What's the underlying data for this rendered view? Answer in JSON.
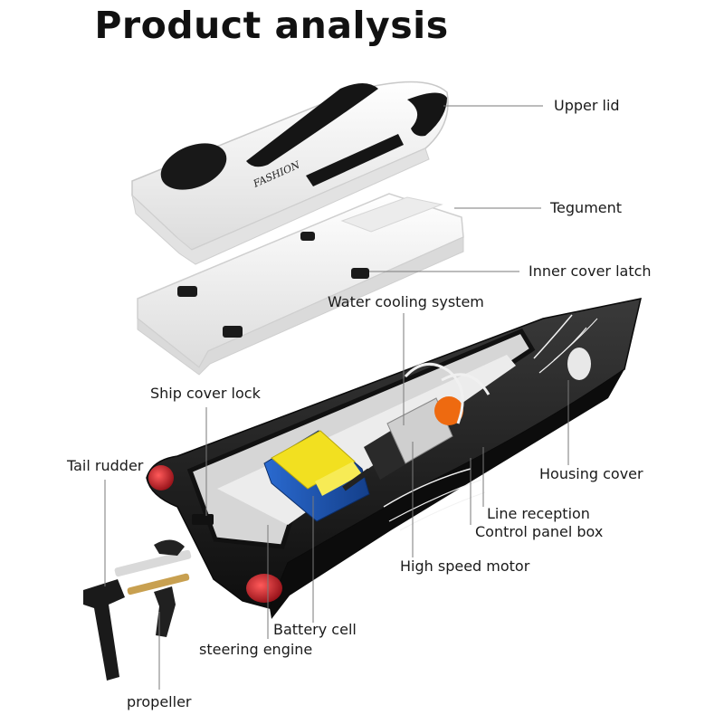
{
  "title": "Product analysis",
  "hull_decal": "FASHION",
  "labels": {
    "upper_lid": "Upper lid",
    "tegument": "Tegument",
    "inner_cover_latch": "Inner cover latch",
    "water_cooling_system": "Water cooling system",
    "ship_cover_lock": "Ship cover lock",
    "tail_rudder": "Tail rudder",
    "housing_cover": "Housing cover",
    "line_reception": "Line reception",
    "control_panel_box": "Control panel box",
    "high_speed_motor": "High speed motor",
    "battery_cell": "Battery cell",
    "steering_engine": "steering engine",
    "propeller": "propeller"
  },
  "colors": {
    "hull": "#1c1c1c",
    "white_part": "#f4f4f4",
    "battery": "#1f5fbf",
    "battery_label": "#f2e020",
    "tail_light": "#c0141e",
    "motor_label": "#ee6a10"
  }
}
